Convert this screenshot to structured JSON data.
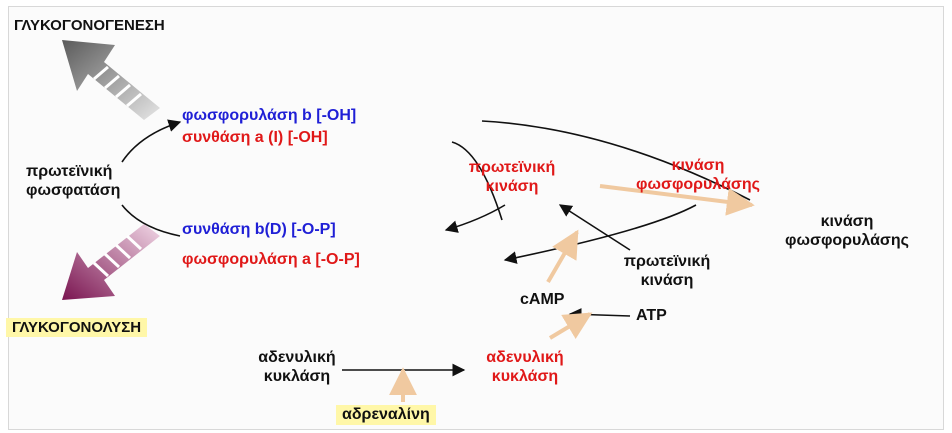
{
  "title_top": "ΓΛΥΚΟΓΟΝΟΓΕΝΕΣΗ",
  "title_bottom": "ΓΛΥΚΟΓΟΝΟΛΥΣΗ",
  "left_enzyme": [
    "πρωτεϊνική",
    "φωσφατάση"
  ],
  "phosphorylase_b": "φωσφορυλάση b [-OH]",
  "synthase_a": "συνθάση a (I)  [-OH]",
  "synthase_b": "συνθάση b(D) [-O-P]",
  "phosphorylase_a": "φωσφορυλάση a  [-O-P]",
  "protein_kinase_active": [
    "πρωτεϊνική",
    "κινάση"
  ],
  "phosphorylase_kinase_active": [
    "κινάση",
    "φωσφορυλάσης"
  ],
  "phosphorylase_kinase_inactive": [
    "κινάση",
    "φωσφορυλάσης"
  ],
  "protein_kinase_inactive": [
    "πρωτεϊνική",
    "κινάση"
  ],
  "camp": "cAMP",
  "atp": "ATP",
  "adenylate_cyclase_inactive": [
    "αδενυλική",
    "κυκλάση"
  ],
  "adenylate_cyclase_active": [
    "αδενυλική",
    "κυκλάση"
  ],
  "adrenaline": "αδρεναλίνη",
  "colors": {
    "black_label": "#111111",
    "blue_label": "#1f1fd6",
    "red_label": "#e01818",
    "highlight": "#fff7a8",
    "activation_arrow": "#f0c9a0",
    "arrow_up_gray": "#707070",
    "arrow_down_purple": "#8a1f5a"
  }
}
